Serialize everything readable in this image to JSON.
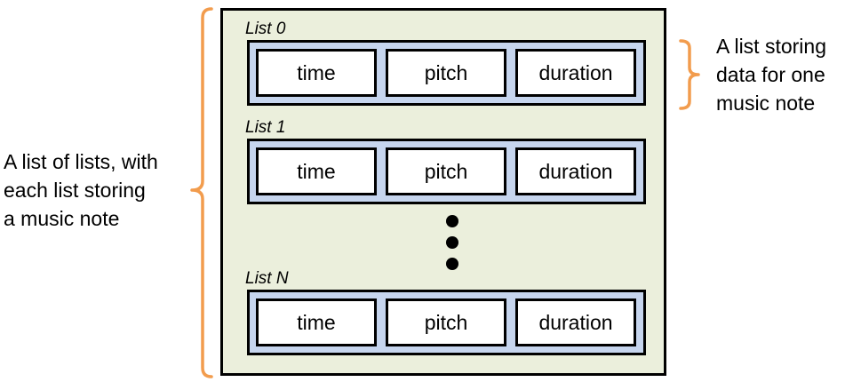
{
  "left_note": {
    "lines": [
      "A list of lists, with",
      "each list storing",
      "a music note"
    ]
  },
  "right_note": {
    "lines": [
      "A list storing",
      "data for one",
      "music note"
    ]
  },
  "lists": [
    {
      "label": "List 0",
      "fields": [
        "time",
        "pitch",
        "duration"
      ]
    },
    {
      "label": "List 1",
      "fields": [
        "time",
        "pitch",
        "duration"
      ]
    },
    {
      "label": "List N",
      "fields": [
        "time",
        "pitch",
        "duration"
      ]
    }
  ],
  "colors": {
    "bracket": "#f29c4d",
    "outer_fill": "#ebefdc",
    "list_fill": "#c6d5ee",
    "field_fill": "#ffffff"
  }
}
